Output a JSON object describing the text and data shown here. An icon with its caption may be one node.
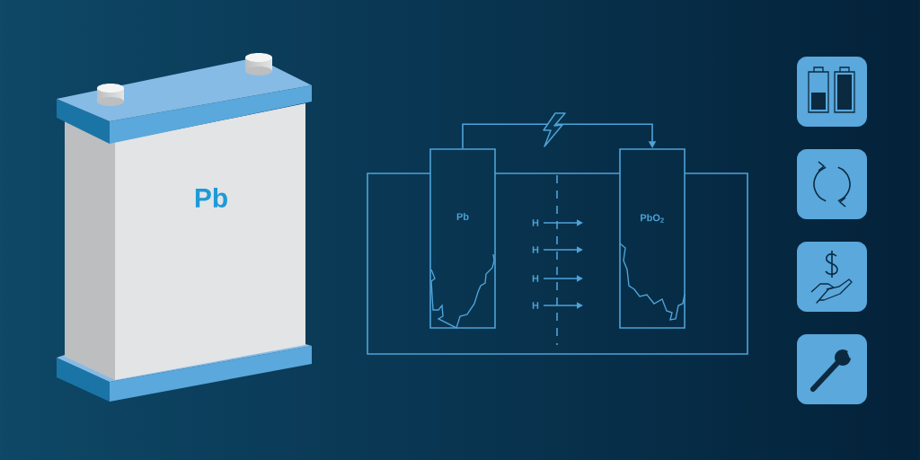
{
  "diagram": {
    "nodes": [
      {
        "text": [
          "Pb"
        ]
      },
      {
        "text": [
          "Pb"
        ]
      },
      {
        "text": [
          "PbO$_{2}$"
        ]
      }
    ],
    "edges": [
      {
        "from": 1,
        "to": 2,
        "arrow": "to"
      }
    ],
    "labels": [
      "H",
      "H",
      "H",
      "H"
    ]
  }
}
